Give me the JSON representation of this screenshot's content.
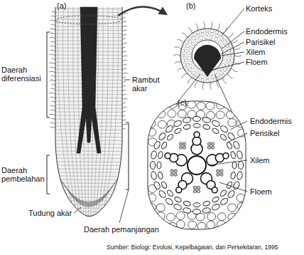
{
  "diagram": {
    "caption": "Sumber: Biologi: Evolusi, Kepelbagaian, dan Persekitaran, 1995",
    "labels": [
      "(a)",
      "(b)",
      "Korteks",
      "Endodermis",
      "Parisikel",
      "Xilem",
      "Floem",
      "Daerah diferensiasi",
      "Rambut akar",
      "(c)",
      "Endodermis",
      "Perisikel",
      "Xilem",
      "Floem",
      "Daerah pembelahan",
      "Tudung akar",
      "Daerah pemanjangan"
    ]
  }
}
